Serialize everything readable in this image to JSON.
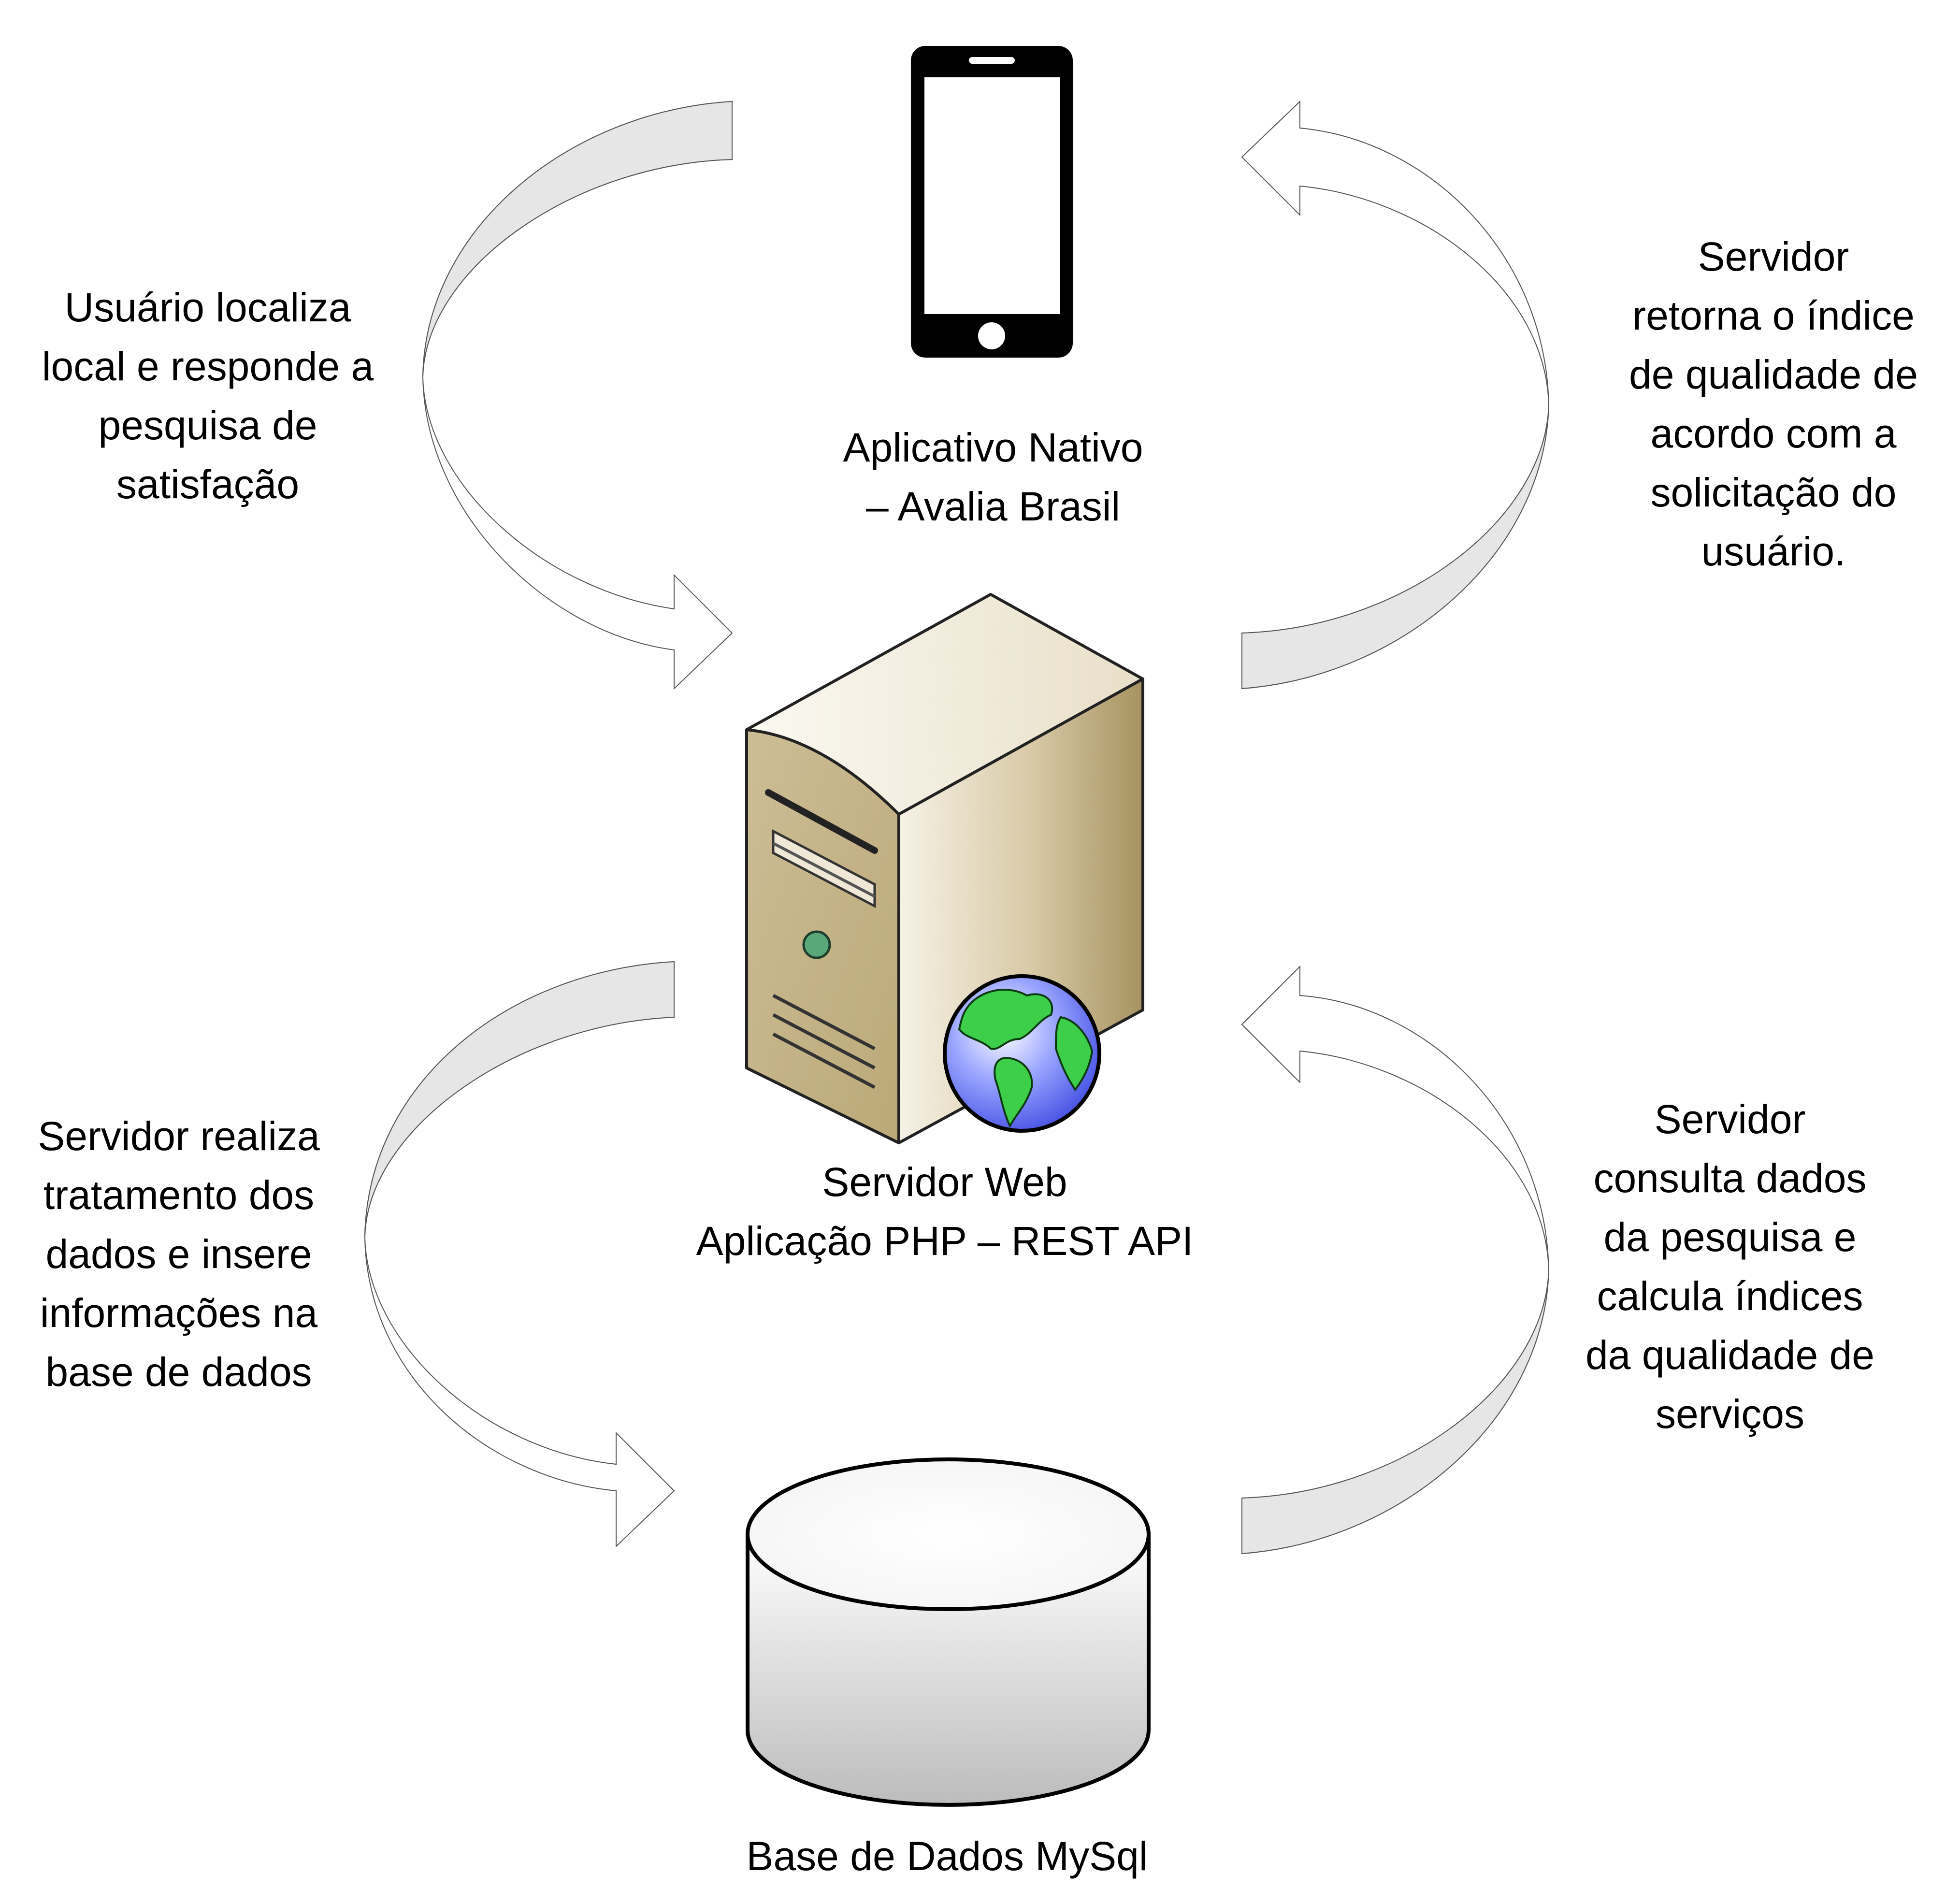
{
  "nodes": {
    "mobile_app": {
      "lines": [
        "Aplicativo Nativo",
        "– Avalia Brasil"
      ]
    },
    "web_server": {
      "lines": [
        "Servidor Web",
        "Aplicação PHP – REST API"
      ]
    },
    "database": {
      "lines": [
        "Base de Dados MySql"
      ]
    }
  },
  "flows": {
    "top_left": {
      "lines": [
        "Usuário localiza",
        "local e responde a",
        "pesquisa de",
        "satisfação"
      ]
    },
    "top_right": {
      "lines": [
        "Servidor",
        "retorna o índice",
        "de qualidade de",
        "acordo com a",
        "solicitação do",
        "usuário."
      ]
    },
    "bottom_left": {
      "lines": [
        "Servidor realiza",
        "tratamento dos",
        "dados e insere",
        "informações na",
        "base de dados"
      ]
    },
    "bottom_right": {
      "lines": [
        "Servidor",
        "consulta dados",
        "da pesquisa e",
        "calcula índices",
        "da qualidade de",
        "serviços"
      ]
    }
  },
  "colors": {
    "ribbon_fill": "#e6e6e6",
    "ribbon_stroke": "#555555",
    "server_body": "#d9ccae",
    "globe_water": "#5b6cf0",
    "globe_land": "#3ecf4a",
    "db_fill": "#d4d4d4"
  },
  "icons": [
    "smartphone-icon",
    "server-icon",
    "globe-icon",
    "database-icon"
  ]
}
